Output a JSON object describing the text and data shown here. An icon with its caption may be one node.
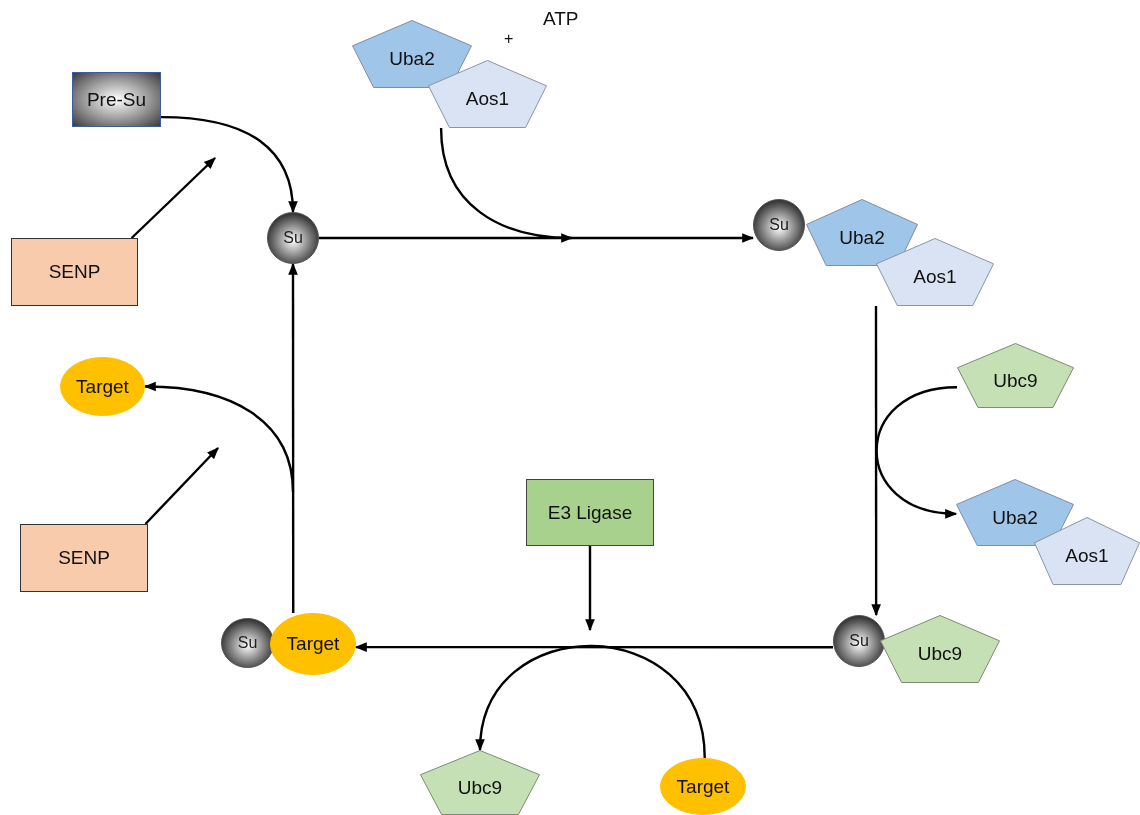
{
  "diagram": {
    "nodes": [
      {
        "text": [
          "Pre-Su"
        ]
      },
      {
        "text": [
          "SENP"
        ]
      },
      {
        "text": [
          "Su"
        ]
      },
      {
        "text": [
          "Uba2"
        ]
      },
      {
        "text": [
          "Aos1"
        ]
      },
      {
        "text": [
          "Su"
        ]
      },
      {
        "text": [
          "Uba2"
        ]
      },
      {
        "text": [
          "Aos1"
        ]
      },
      {
        "text": [
          "Ubc9"
        ]
      },
      {
        "text": [
          "Uba2"
        ]
      },
      {
        "text": [
          "Aos1"
        ]
      },
      {
        "text": [
          "Su"
        ]
      },
      {
        "text": [
          "Ubc9"
        ]
      },
      {
        "text": [
          "E3 Ligase"
        ]
      },
      {
        "text": [
          "Target"
        ]
      },
      {
        "text": [
          "SENP"
        ]
      },
      {
        "text": [
          "Su"
        ]
      },
      {
        "text": [
          "Target"
        ]
      },
      {
        "text": [
          "Ubc9"
        ]
      },
      {
        "text": [
          "Target"
        ]
      }
    ],
    "edges": [
      {
        "from": 0,
        "to": 2,
        "arrow": "to"
      },
      {
        "from": 1,
        "to": null,
        "arrow": "to"
      },
      {
        "from": 2,
        "to": 5,
        "arrow": "to"
      },
      {
        "from": 4,
        "to": null,
        "arrow": "to"
      },
      {
        "from": 7,
        "to": 11,
        "arrow": "to"
      },
      {
        "from": 8,
        "to": 9,
        "arrow": "to"
      },
      {
        "from": 11,
        "to": 17,
        "arrow": "to"
      },
      {
        "from": 13,
        "to": null,
        "arrow": "to"
      },
      {
        "from": 19,
        "to": 18,
        "arrow": "to"
      },
      {
        "from": 17,
        "to": 2,
        "arrow": "to"
      },
      {
        "from": null,
        "to": 14,
        "arrow": "to"
      },
      {
        "from": 15,
        "to": null,
        "arrow": "to"
      }
    ],
    "labels": [
      "ATP",
      "+"
    ]
  }
}
